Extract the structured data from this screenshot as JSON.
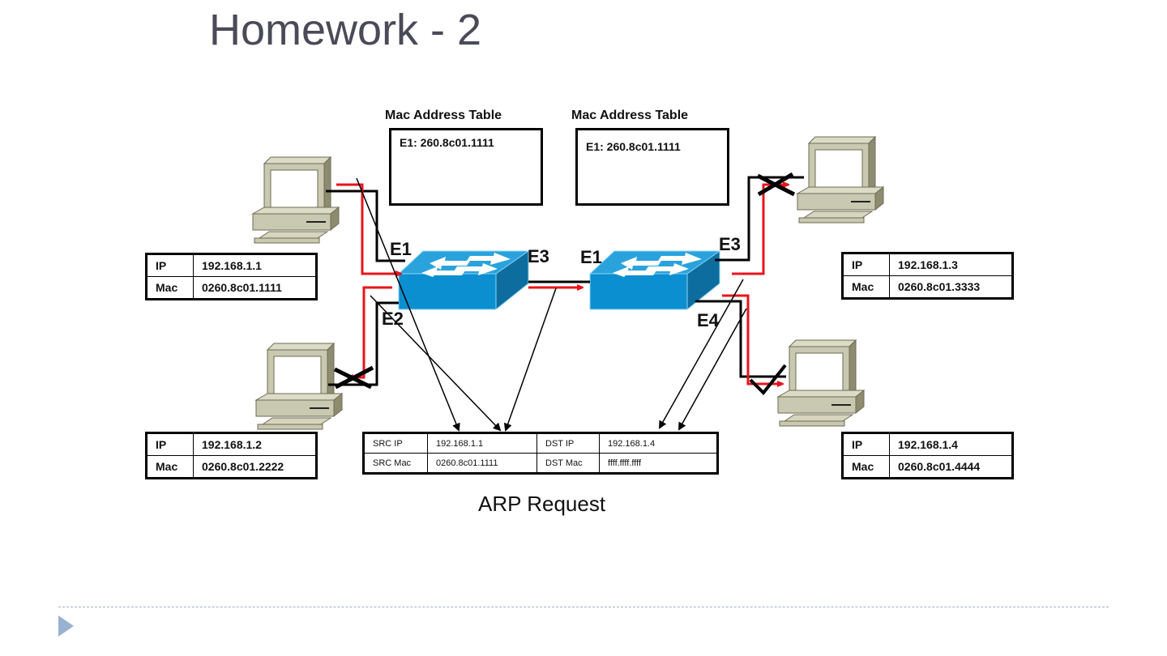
{
  "slide": {
    "title": "Homework - 2",
    "caption": "ARP Request"
  },
  "mac_tables": [
    {
      "label": "Mac Address Table",
      "entries": [
        "E1: 260.8c01.1111"
      ]
    },
    {
      "label": "Mac Address Table",
      "entries": [
        "E1: 260.8c01.1111"
      ]
    }
  ],
  "hosts": [
    {
      "ip_label": "IP",
      "ip": "192.168.1.1",
      "mac_label": "Mac",
      "mac": "0260.8c01.1111"
    },
    {
      "ip_label": "IP",
      "ip": "192.168.1.2",
      "mac_label": "Mac",
      "mac": "0260.8c01.2222"
    },
    {
      "ip_label": "IP",
      "ip": "192.168.1.3",
      "mac_label": "Mac",
      "mac": "0260.8c01.3333"
    },
    {
      "ip_label": "IP",
      "ip": "192.168.1.4",
      "mac_label": "Mac",
      "mac": "0260.8c01.4444"
    }
  ],
  "ports": {
    "switch1": {
      "e1": "E1",
      "e2": "E2",
      "e3": "E3"
    },
    "switch2": {
      "e1": "E1",
      "e3": "E3",
      "e4": "E4"
    }
  },
  "arp_packet": {
    "src_ip_label": "SRC IP",
    "src_ip": "192.168.1.1",
    "dst_ip_label": "DST IP",
    "dst_ip": "192.168.1.4",
    "src_mac_label": "SRC Mac",
    "src_mac": "0260.8c01.1111",
    "dst_mac_label": "DST Mac",
    "dst_mac": "ffff.ffff.ffff"
  },
  "colors": {
    "frame_path": "#e8141b",
    "cable": "#000000",
    "switch_top": "#2aa3dc",
    "switch_front": "#0b8fd0",
    "switch_side": "#0d6d9e",
    "pc_body": "#c9c8b0",
    "title_text": "#4a4a58",
    "footer_accent": "#9ab2d0"
  }
}
